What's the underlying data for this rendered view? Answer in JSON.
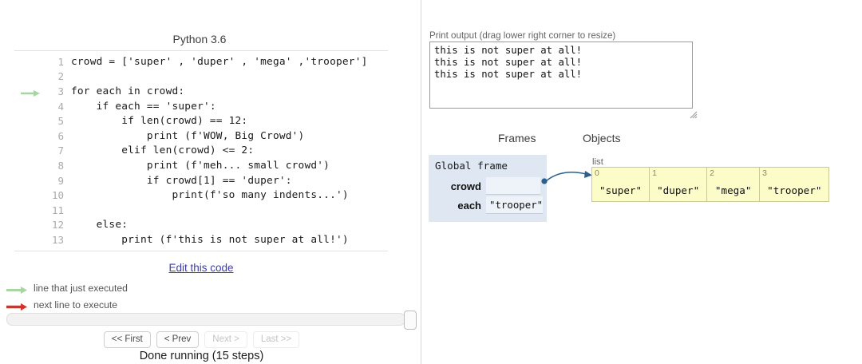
{
  "code_panel": {
    "title": "Python 3.6",
    "edit_link": "Edit this code",
    "current_line": 3,
    "lines": [
      {
        "n": "1",
        "text": "crowd = ['super' , 'duper' , 'mega' ,'trooper']",
        "marker": "none"
      },
      {
        "n": "2",
        "text": "",
        "marker": "none"
      },
      {
        "n": "3",
        "text": "for each in crowd:",
        "marker": "green"
      },
      {
        "n": "4",
        "text": "    if each == 'super':",
        "marker": "none"
      },
      {
        "n": "5",
        "text": "        if len(crowd) == 12:",
        "marker": "none"
      },
      {
        "n": "6",
        "text": "            print (f'WOW, Big Crowd')",
        "marker": "none"
      },
      {
        "n": "7",
        "text": "        elif len(crowd) <= 2:",
        "marker": "none"
      },
      {
        "n": "8",
        "text": "            print (f'meh... small crowd')",
        "marker": "none"
      },
      {
        "n": "9",
        "text": "            if crowd[1] == 'duper':",
        "marker": "none"
      },
      {
        "n": "10",
        "text": "                print(f'so many indents...')",
        "marker": "none"
      },
      {
        "n": "11",
        "text": "",
        "marker": "none"
      },
      {
        "n": "12",
        "text": "    else:",
        "marker": "none"
      },
      {
        "n": "13",
        "text": "        print (f'this is not super at all!')",
        "marker": "none"
      }
    ]
  },
  "legend": {
    "just_executed": "line that just executed",
    "next_to_execute": "next line to execute",
    "green_color": "#a8d5a2",
    "red_color": "#d93025"
  },
  "controls": {
    "first_label": "<< First",
    "prev_label": "< Prev",
    "next_label": "Next >",
    "last_label": "Last >>",
    "status": "Done running (15 steps)",
    "slider_position_percent": 100
  },
  "print_output": {
    "label": "Print output (drag lower right corner to resize)",
    "text": "this is not super at all!\nthis is not super at all!\nthis is not super at all!"
  },
  "visualization": {
    "frames_heading": "Frames",
    "objects_heading": "Objects",
    "frame": {
      "title": "Global frame",
      "variables": [
        {
          "name": "crowd",
          "value": ""
        },
        {
          "name": "each",
          "value": "\"trooper\""
        }
      ]
    },
    "object": {
      "type_label": "list",
      "cells": [
        {
          "index": "0",
          "value": "\"super\""
        },
        {
          "index": "1",
          "value": "\"duper\""
        },
        {
          "index": "2",
          "value": "\"mega\""
        },
        {
          "index": "3",
          "value": "\"trooper\""
        }
      ]
    },
    "pointer_color": "#2b5f8f",
    "frame_bg": "#dfe8f2",
    "object_bg": "#fcfcc8"
  }
}
